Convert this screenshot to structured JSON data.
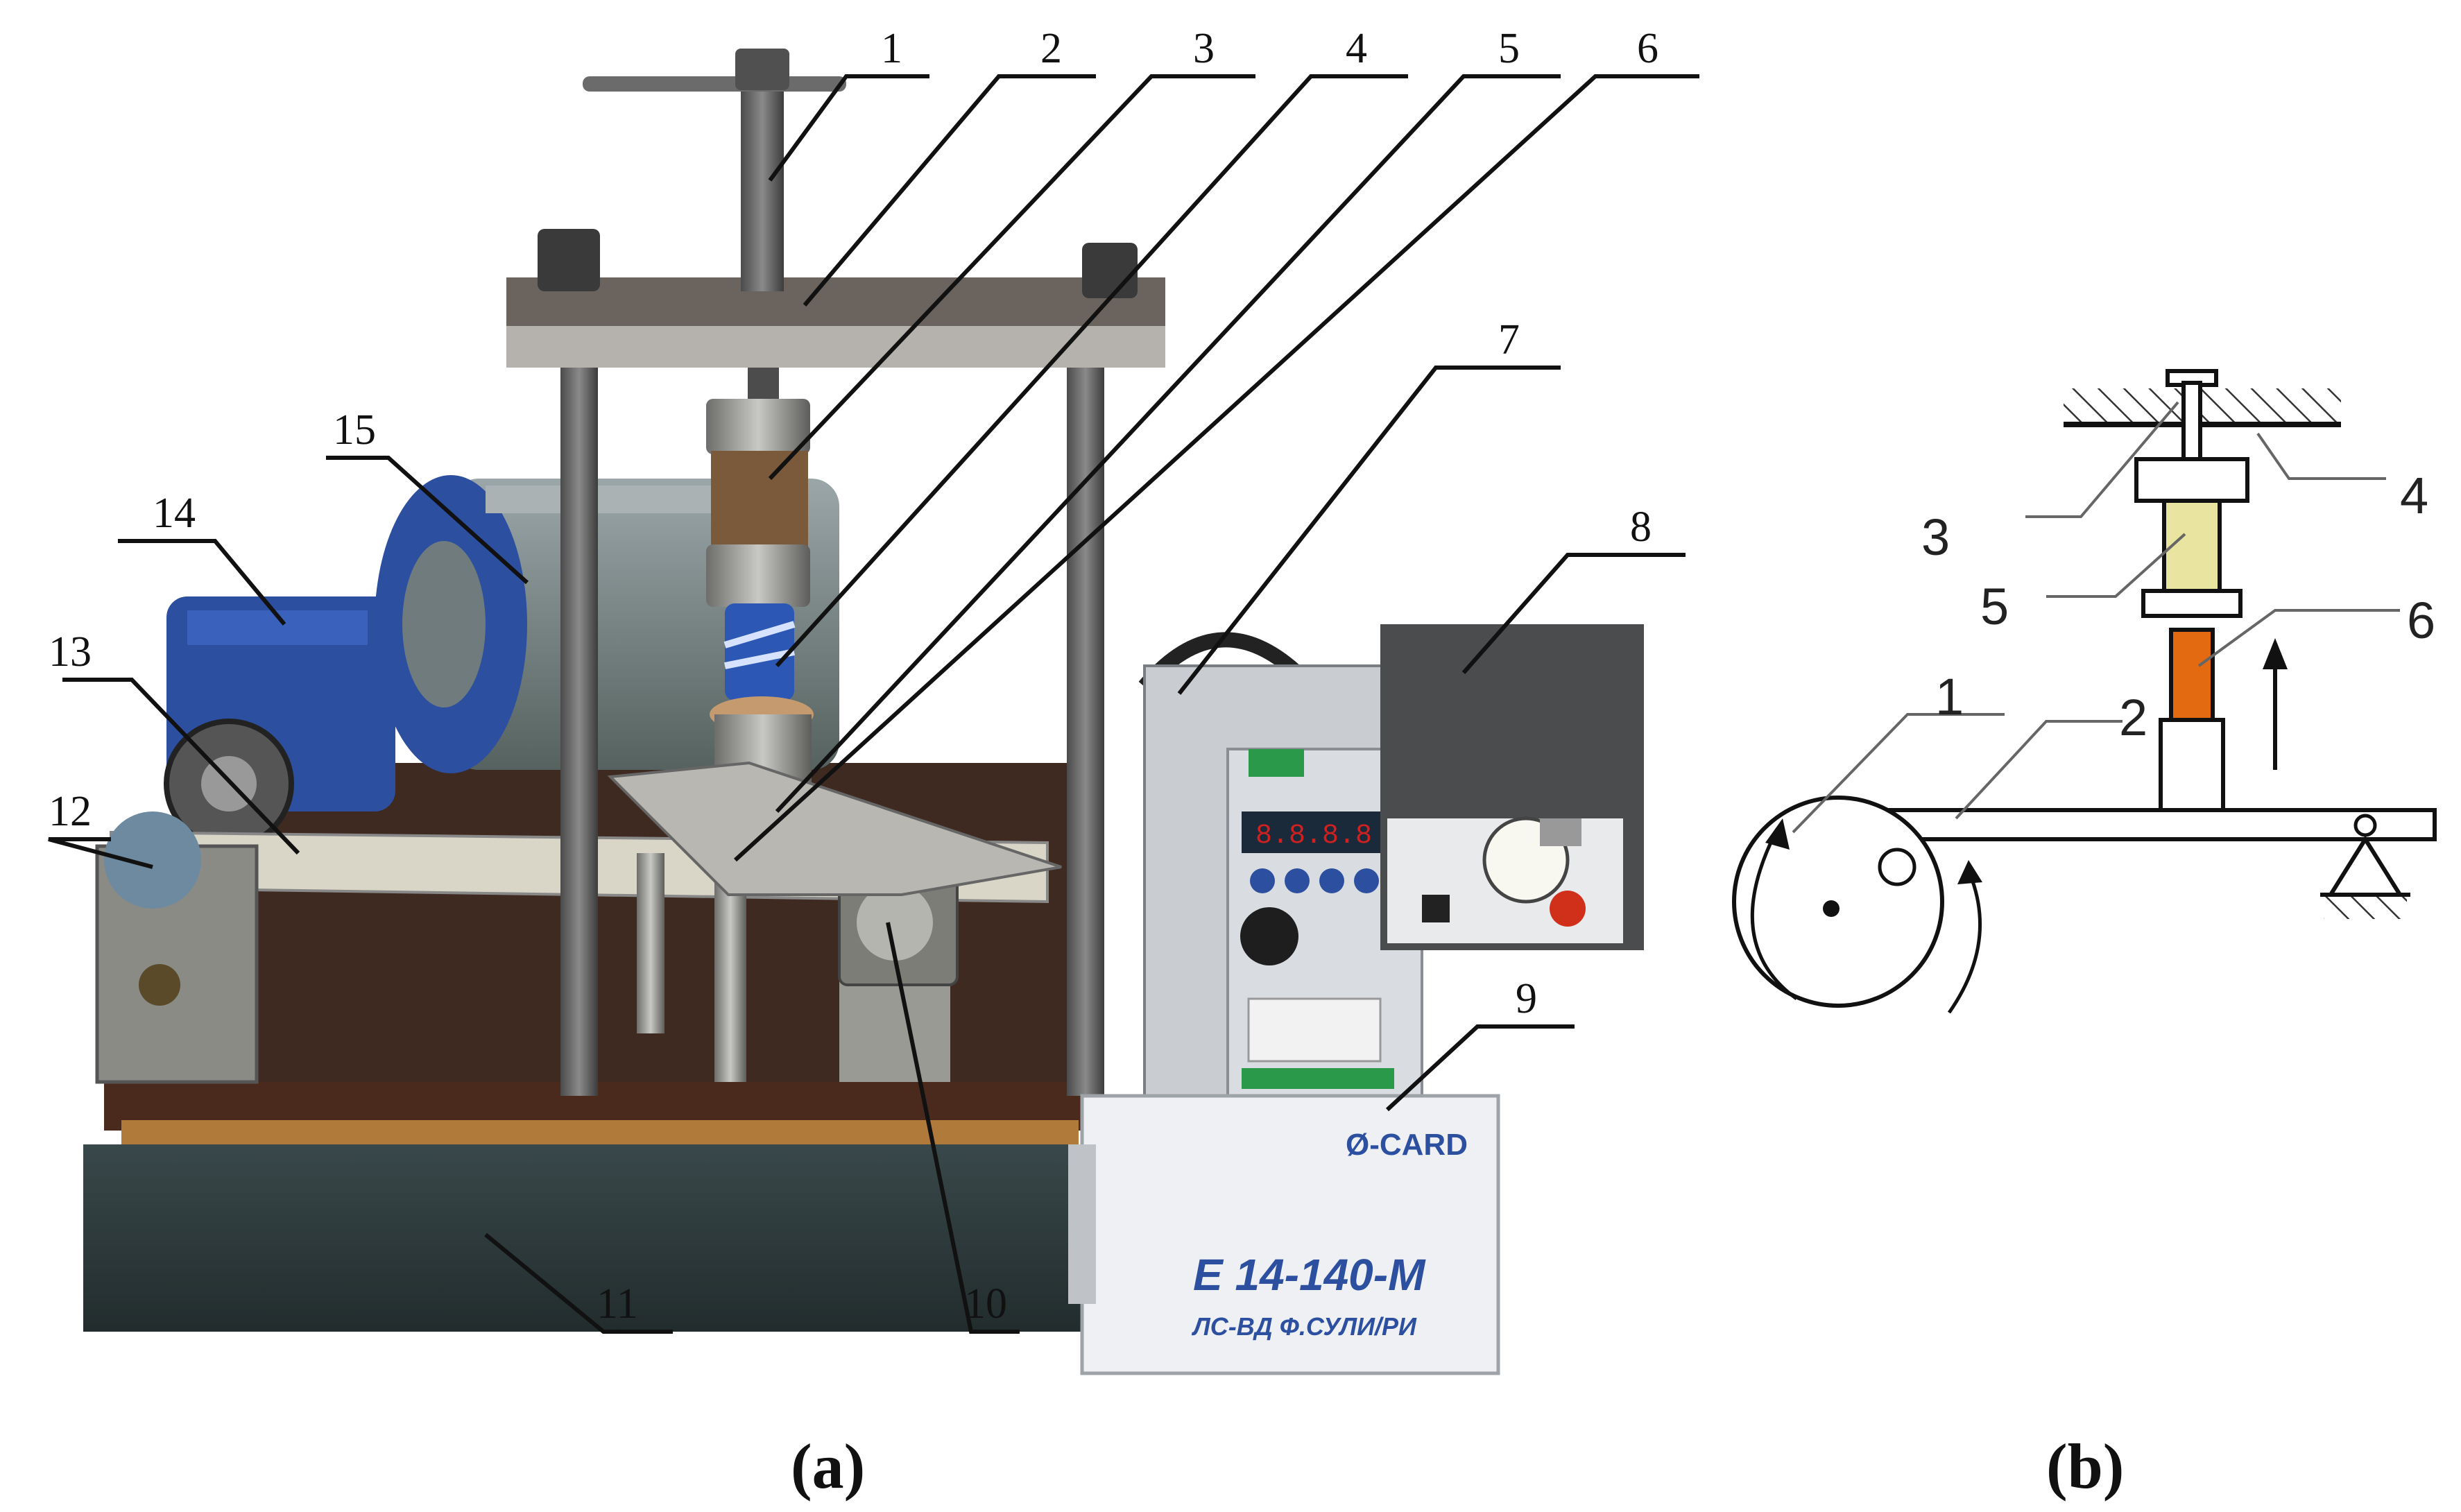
{
  "photo_callouts": [
    "1",
    "2",
    "3",
    "4",
    "5",
    "6",
    "7",
    "8",
    "9",
    "10",
    "11",
    "12",
    "13",
    "14",
    "15"
  ],
  "schema_callouts": [
    "1",
    "2",
    "3",
    "4",
    "5",
    "6"
  ],
  "device_labels": {
    "daq_brand": "Ø-CARD",
    "daq_model": "E 14-140-M",
    "daq_sub": "ЛС-ВД Ф.СУЛИ/РИ"
  },
  "captions": {
    "a": "(a)",
    "b": "(b)"
  },
  "colors": {
    "base": "#2f3b3c",
    "wood": "#b07a3a",
    "motor_blue": "#2c4fa0",
    "motor_grey": "#7c8a8c",
    "steel": "#8e8f8c",
    "cartridge": "#7a5a3a",
    "sample_yellow": "#e9e4a0",
    "sample_orange": "#e36a10",
    "inverter_face": "#d9dde2",
    "display_red": "#d02020",
    "daq_box": "#eef0f3"
  }
}
